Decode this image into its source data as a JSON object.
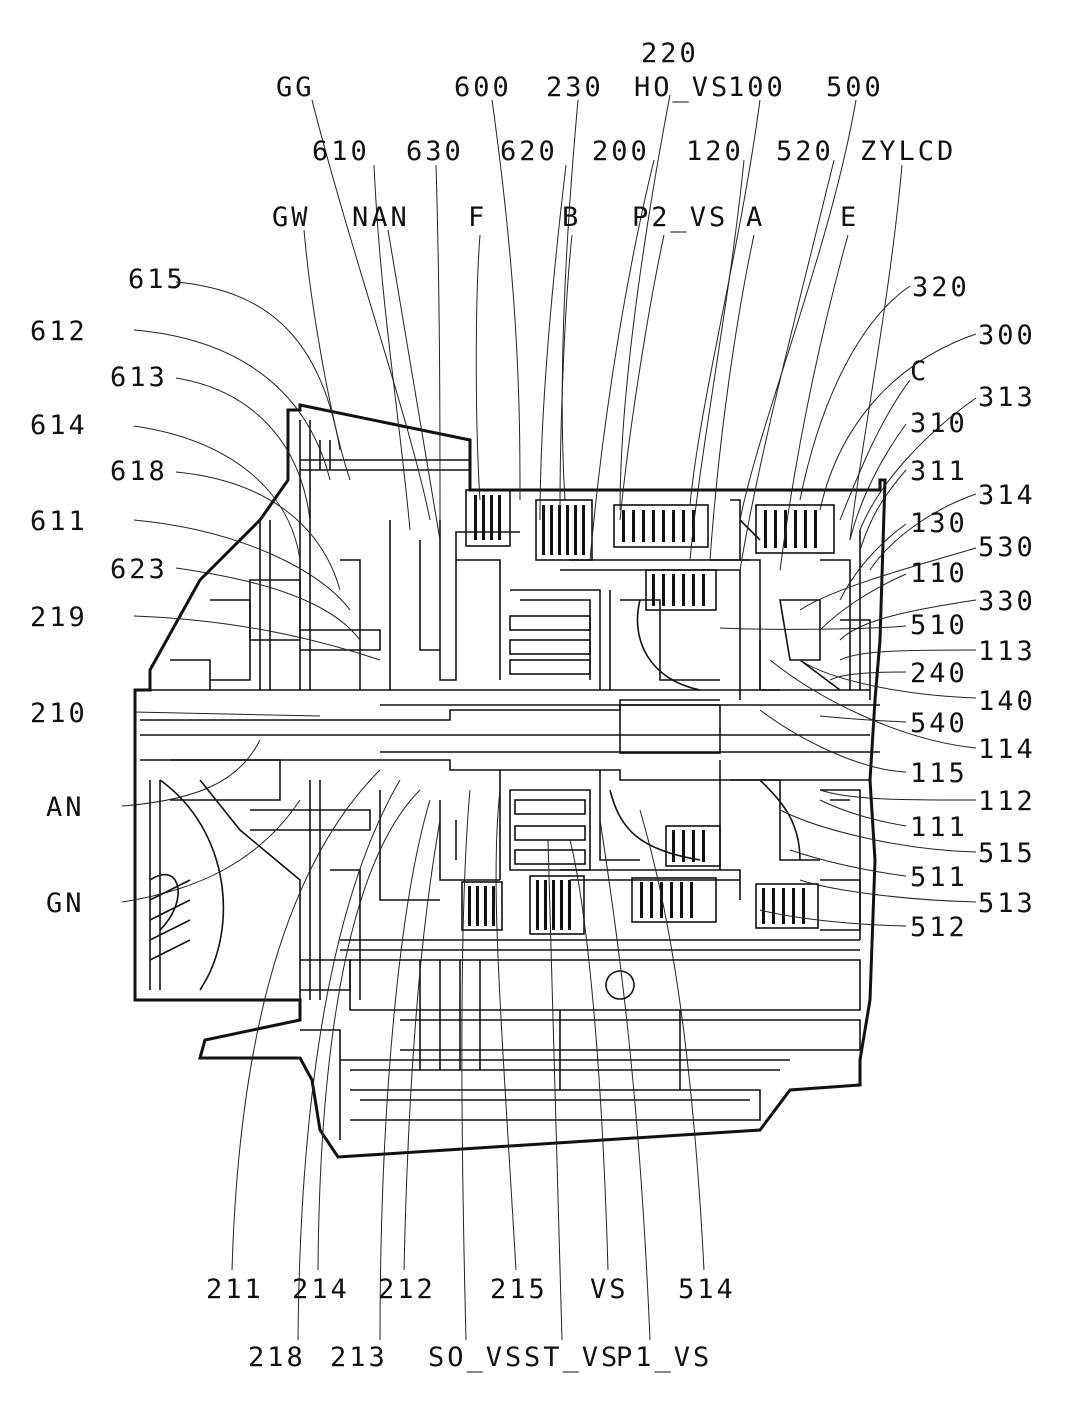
{
  "labels": {
    "GG": "GG",
    "n220": "220",
    "HO_VS": "HO_VS",
    "n600": "600",
    "n230": "230",
    "n100": "100",
    "n500": "500",
    "n610": "610",
    "n630": "630",
    "n620": "620",
    "n200": "200",
    "n120": "120",
    "n520": "520",
    "ZYLCD": "ZYLCD",
    "GW": "GW",
    "NAN": "NAN",
    "F": "F",
    "B": "B",
    "P2_VS": "P2_VS",
    "A": "A",
    "E": "E",
    "n615": "615",
    "n320": "320",
    "n612": "612",
    "n300": "300",
    "n613": "613",
    "C": "C",
    "n313": "313",
    "n614": "614",
    "n310": "310",
    "n618": "618",
    "n311": "311",
    "n314": "314",
    "n611": "611",
    "n130": "130",
    "n530": "530",
    "n623": "623",
    "n110": "110",
    "n330": "330",
    "n219": "219",
    "n510": "510",
    "n113": "113",
    "n240": "240",
    "n210": "210",
    "n140": "140",
    "n540": "540",
    "n114": "114",
    "n115": "115",
    "AN": "AN",
    "n112": "112",
    "n111": "111",
    "n515": "515",
    "GN": "GN",
    "n511": "511",
    "n513": "513",
    "n512": "512",
    "n211": "211",
    "n214": "214",
    "n212": "212",
    "n215": "215",
    "VS": "VS",
    "n514": "514",
    "n218": "218",
    "n213": "213",
    "SO_VS": "SO_VS",
    "ST_VS": "ST_VS",
    "P1_VS": "P1_VS"
  }
}
